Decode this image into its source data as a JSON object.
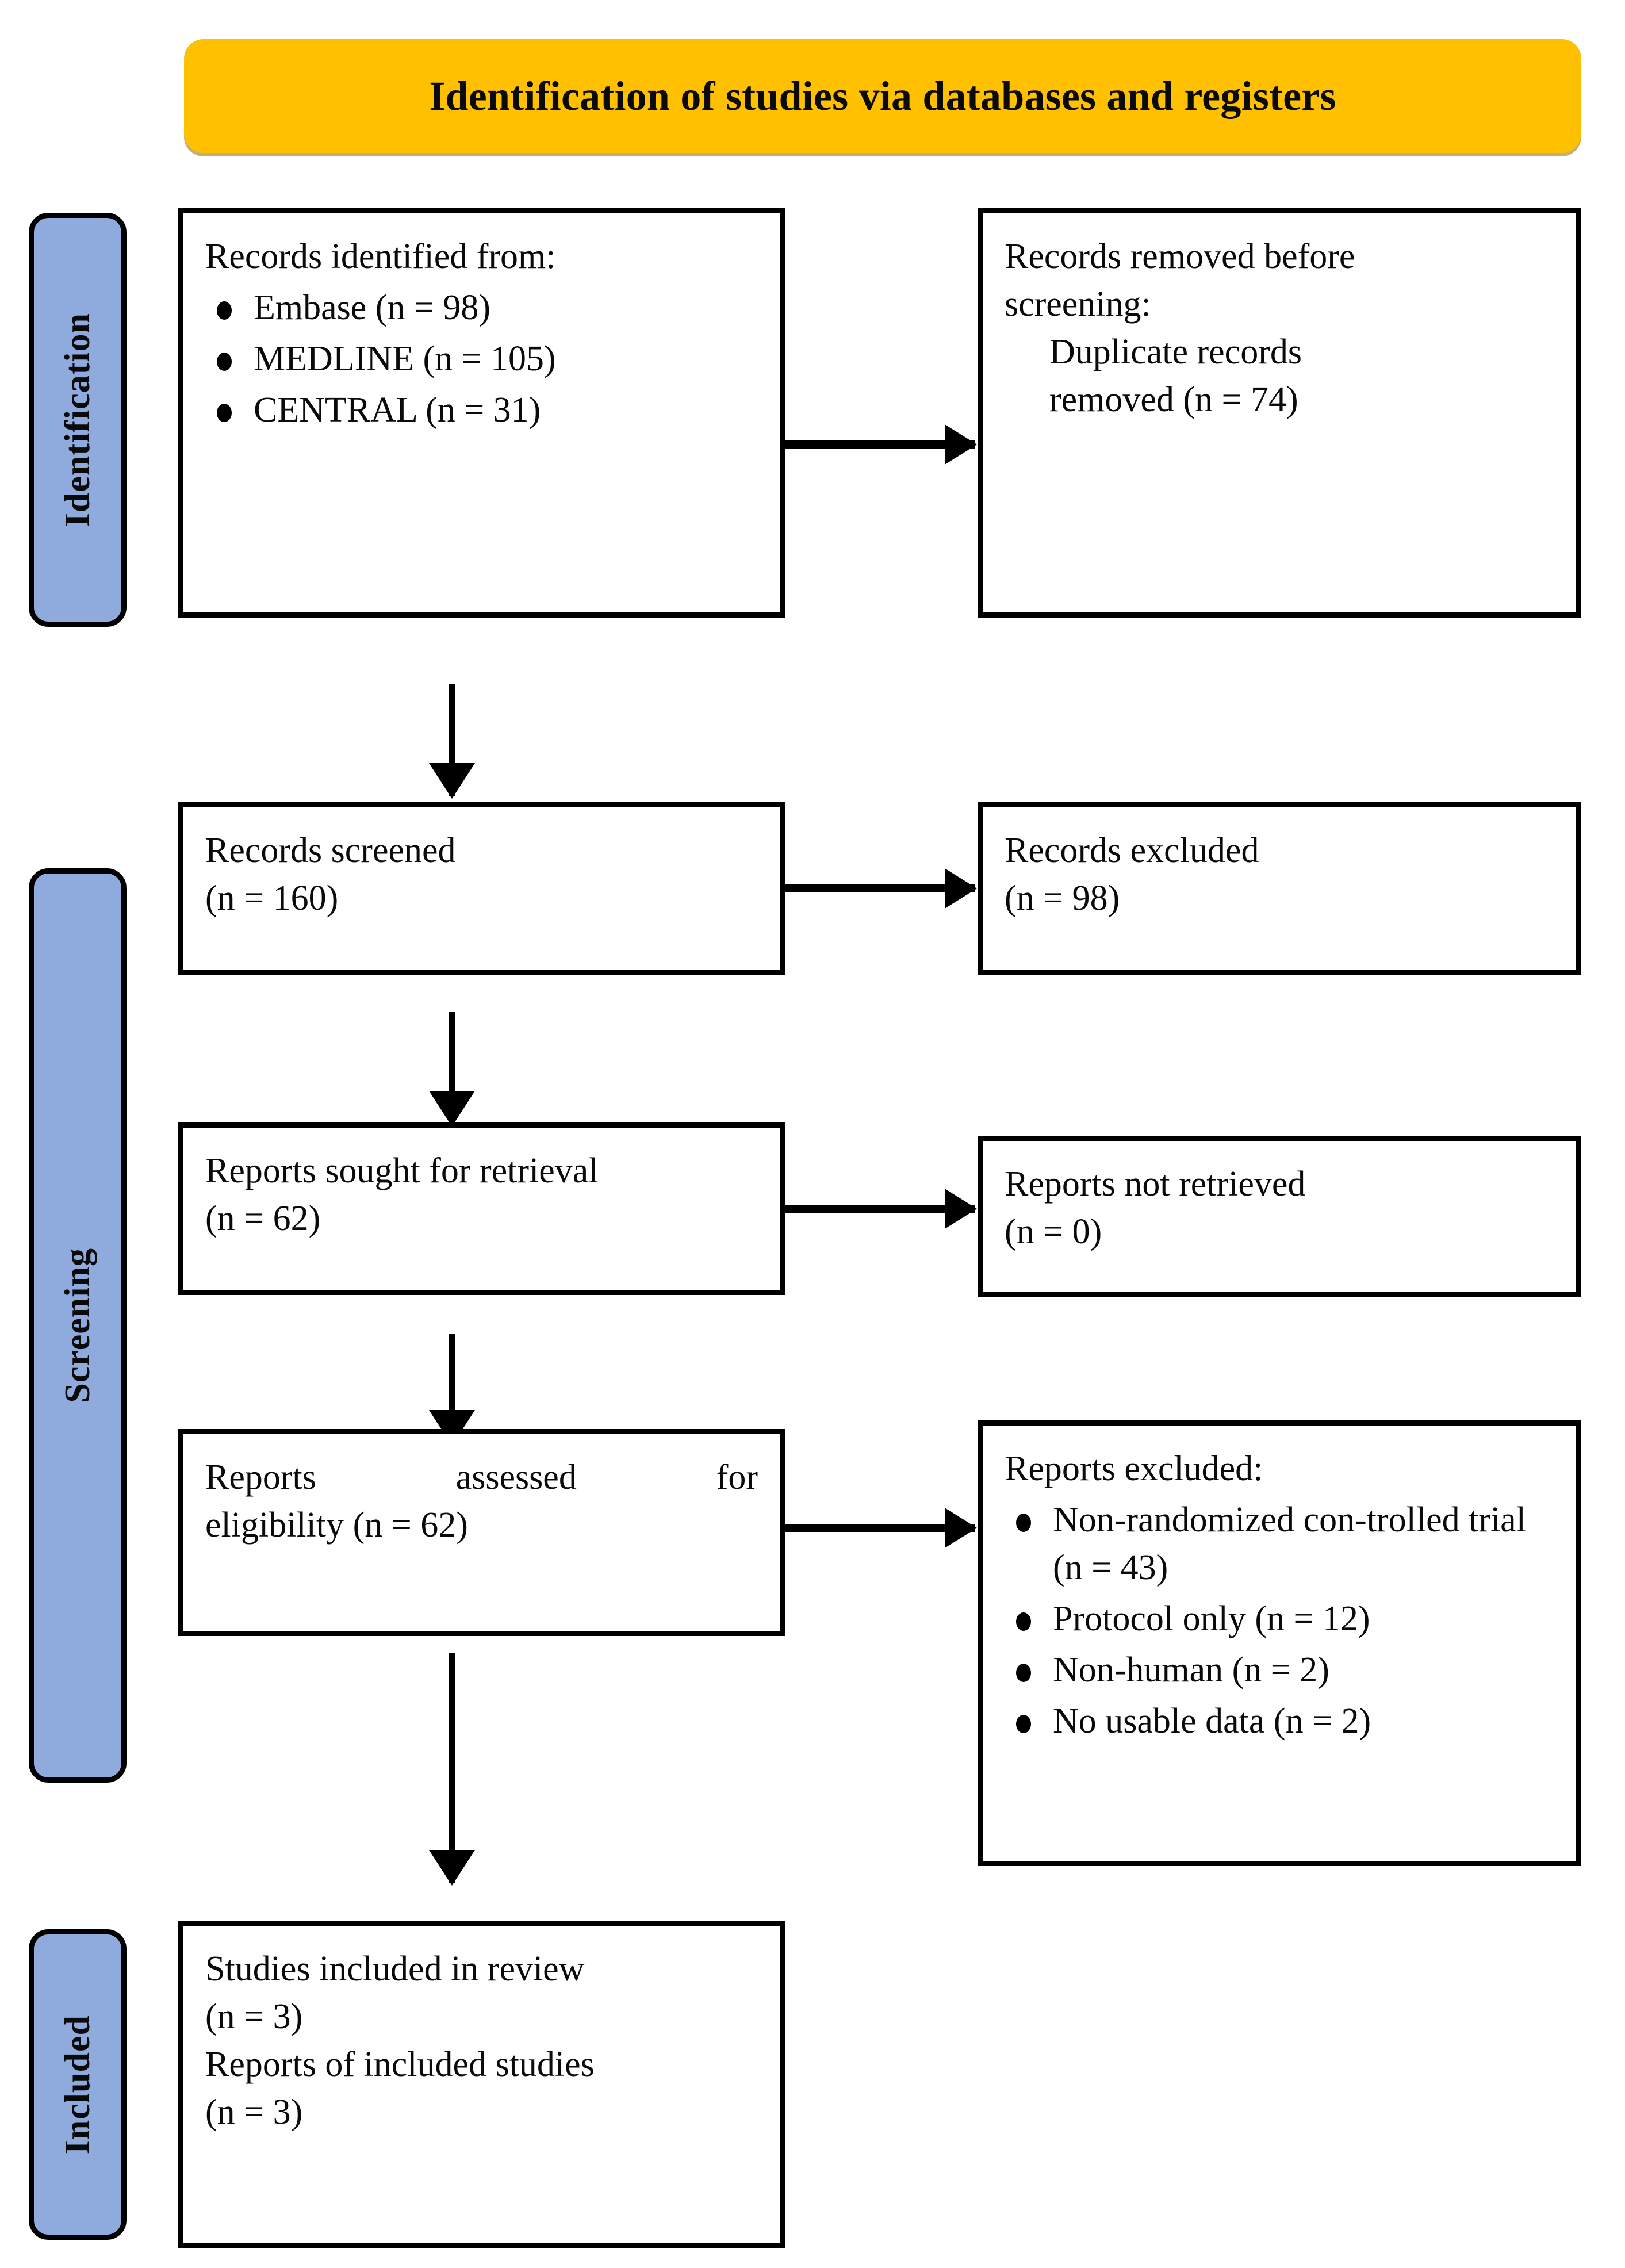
{
  "banner": {
    "title": "Identification of studies via databases and registers"
  },
  "stages": [
    {
      "label": "Identification"
    },
    {
      "label": "Screening"
    },
    {
      "label": "Included"
    }
  ],
  "boxes": {
    "identified": {
      "heading": "Records identified from:",
      "items": [
        "Embase (n = 98)",
        "MEDLINE (n = 105)",
        "CENTRAL (n = 31)"
      ]
    },
    "removed": {
      "line1": "Records removed before",
      "line2": "screening:",
      "line3": "Duplicate records",
      "line4": "removed (n = 74)"
    },
    "screened": {
      "line1": "Records screened",
      "line2": "(n = 160)"
    },
    "records_excluded": {
      "line1": "Records excluded",
      "line2": "(n = 98)"
    },
    "sought": {
      "line1": "Reports sought for retrieval",
      "line2": "(n = 62)"
    },
    "not_retrieved": {
      "line1": "Reports not retrieved",
      "line2": "(n = 0)"
    },
    "assessed": {
      "line1": "Reports assessed for",
      "line2": "eligibility (n = 62)"
    },
    "reports_excluded": {
      "heading": "Reports excluded:",
      "items": [
        "Non-randomized con-trolled trial (n = 43)",
        "Protocol only (n = 12)",
        "Non-human (n = 2)",
        "No usable data (n = 2)"
      ]
    },
    "included": {
      "line1": "Studies included in review",
      "line2": "(n = 3)",
      "line3": "Reports of included studies",
      "line4": "(n = 3)"
    }
  },
  "colors": {
    "banner_fill": "#FFC000",
    "stage_fill": "#8FAADC",
    "border": "#000000",
    "text": "#0a0a0a",
    "background": "#FFFFFF"
  }
}
